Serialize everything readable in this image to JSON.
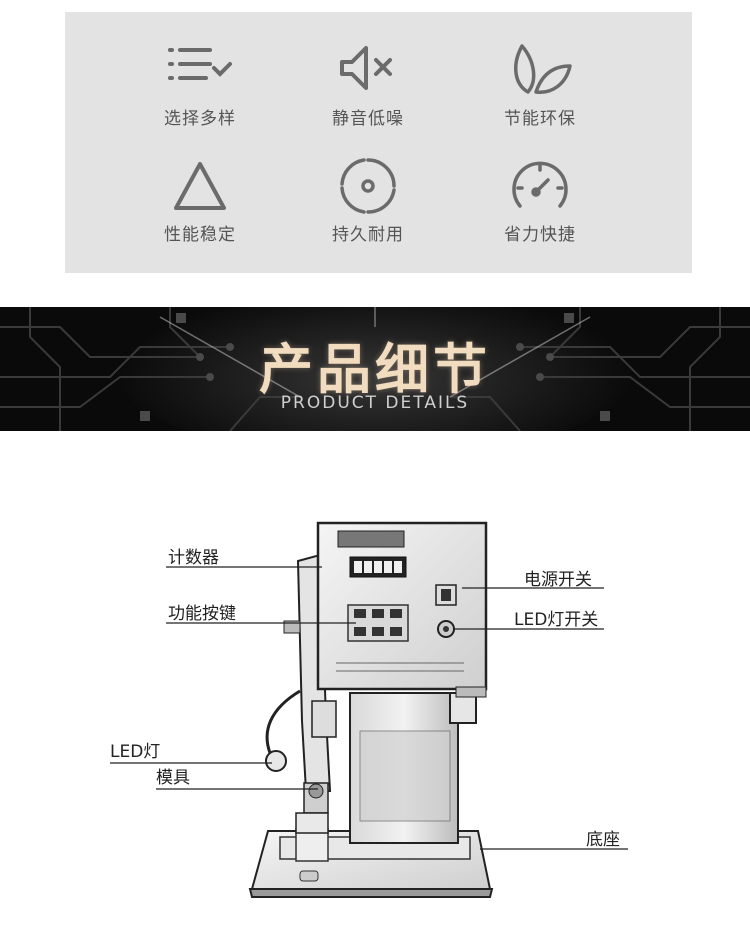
{
  "features": [
    {
      "label": "选择多样",
      "icon": "list-check-icon"
    },
    {
      "label": "静音低噪",
      "icon": "speaker-mute-icon"
    },
    {
      "label": "节能环保",
      "icon": "leaf-icon"
    },
    {
      "label": "性能稳定",
      "icon": "triangle-icon"
    },
    {
      "label": "持久耐用",
      "icon": "cycle-icon"
    },
    {
      "label": "省力快捷",
      "icon": "speedometer-icon"
    }
  ],
  "banner": {
    "title": "产品细节",
    "subtitle": "PRODUCT DETAILS"
  },
  "callouts": {
    "counter": "计数器",
    "function_keys": "功能按键",
    "led_light": "LED灯",
    "mold": "模具",
    "power_switch": "电源开关",
    "led_switch": "LED灯开关",
    "base": "底座"
  }
}
